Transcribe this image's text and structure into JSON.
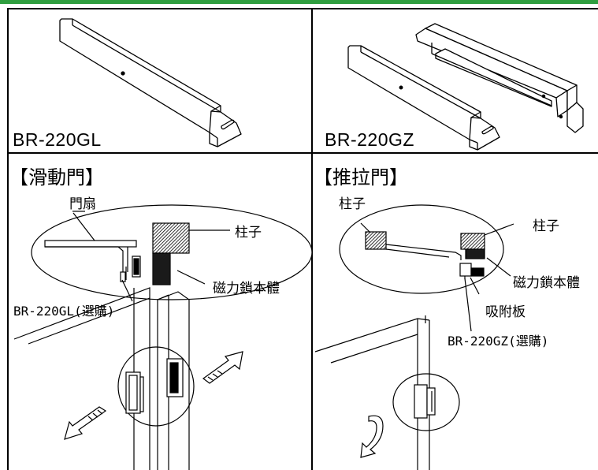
{
  "colors": {
    "accent_bar": "#2f9e3f",
    "line": "#000000",
    "hatch": "#000000"
  },
  "panels": {
    "top_left": {
      "model": "BR-220GL"
    },
    "top_right": {
      "model": "BR-220GZ"
    },
    "bottom_left": {
      "heading": "【滑動門】",
      "labels": {
        "door_leaf": "門扇",
        "pillar": "柱子",
        "lock_body": "磁力鎖本體",
        "bracket": "BR-220GL(選購)"
      }
    },
    "bottom_right": {
      "heading": "【推拉門】",
      "labels": {
        "pillar_left": "柱子",
        "pillar_right": "柱子",
        "lock_body": "磁力鎖本體",
        "armature": "吸附板",
        "bracket": "BR-220GZ(選購)"
      }
    }
  }
}
